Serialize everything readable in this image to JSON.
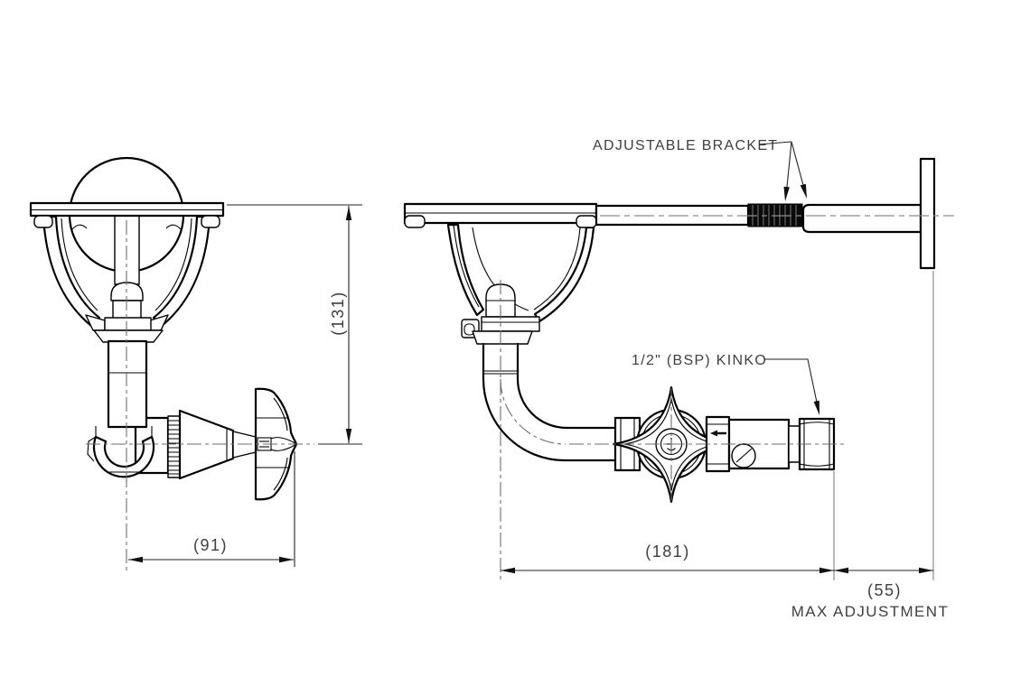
{
  "labels": {
    "adjustable_bracket": "ADJUSTABLE BRACKET",
    "kinko": "1/2\" (BSP) KINKO",
    "max_adjustment": "MAX ADJUSTMENT"
  },
  "dimensions": {
    "height_mm": 131,
    "height_display": "(131)",
    "handle_reach_mm": 91,
    "handle_reach_display": "(91)",
    "horizontal_reach_mm": 181,
    "horizontal_reach_display": "(181)",
    "max_adjustment_mm": 55,
    "max_adjustment_display": "(55)"
  },
  "colors": {
    "background": "#ffffff",
    "line": "#000000",
    "dimension": "#3f3f3f",
    "centerline": "#8c8c8c"
  }
}
